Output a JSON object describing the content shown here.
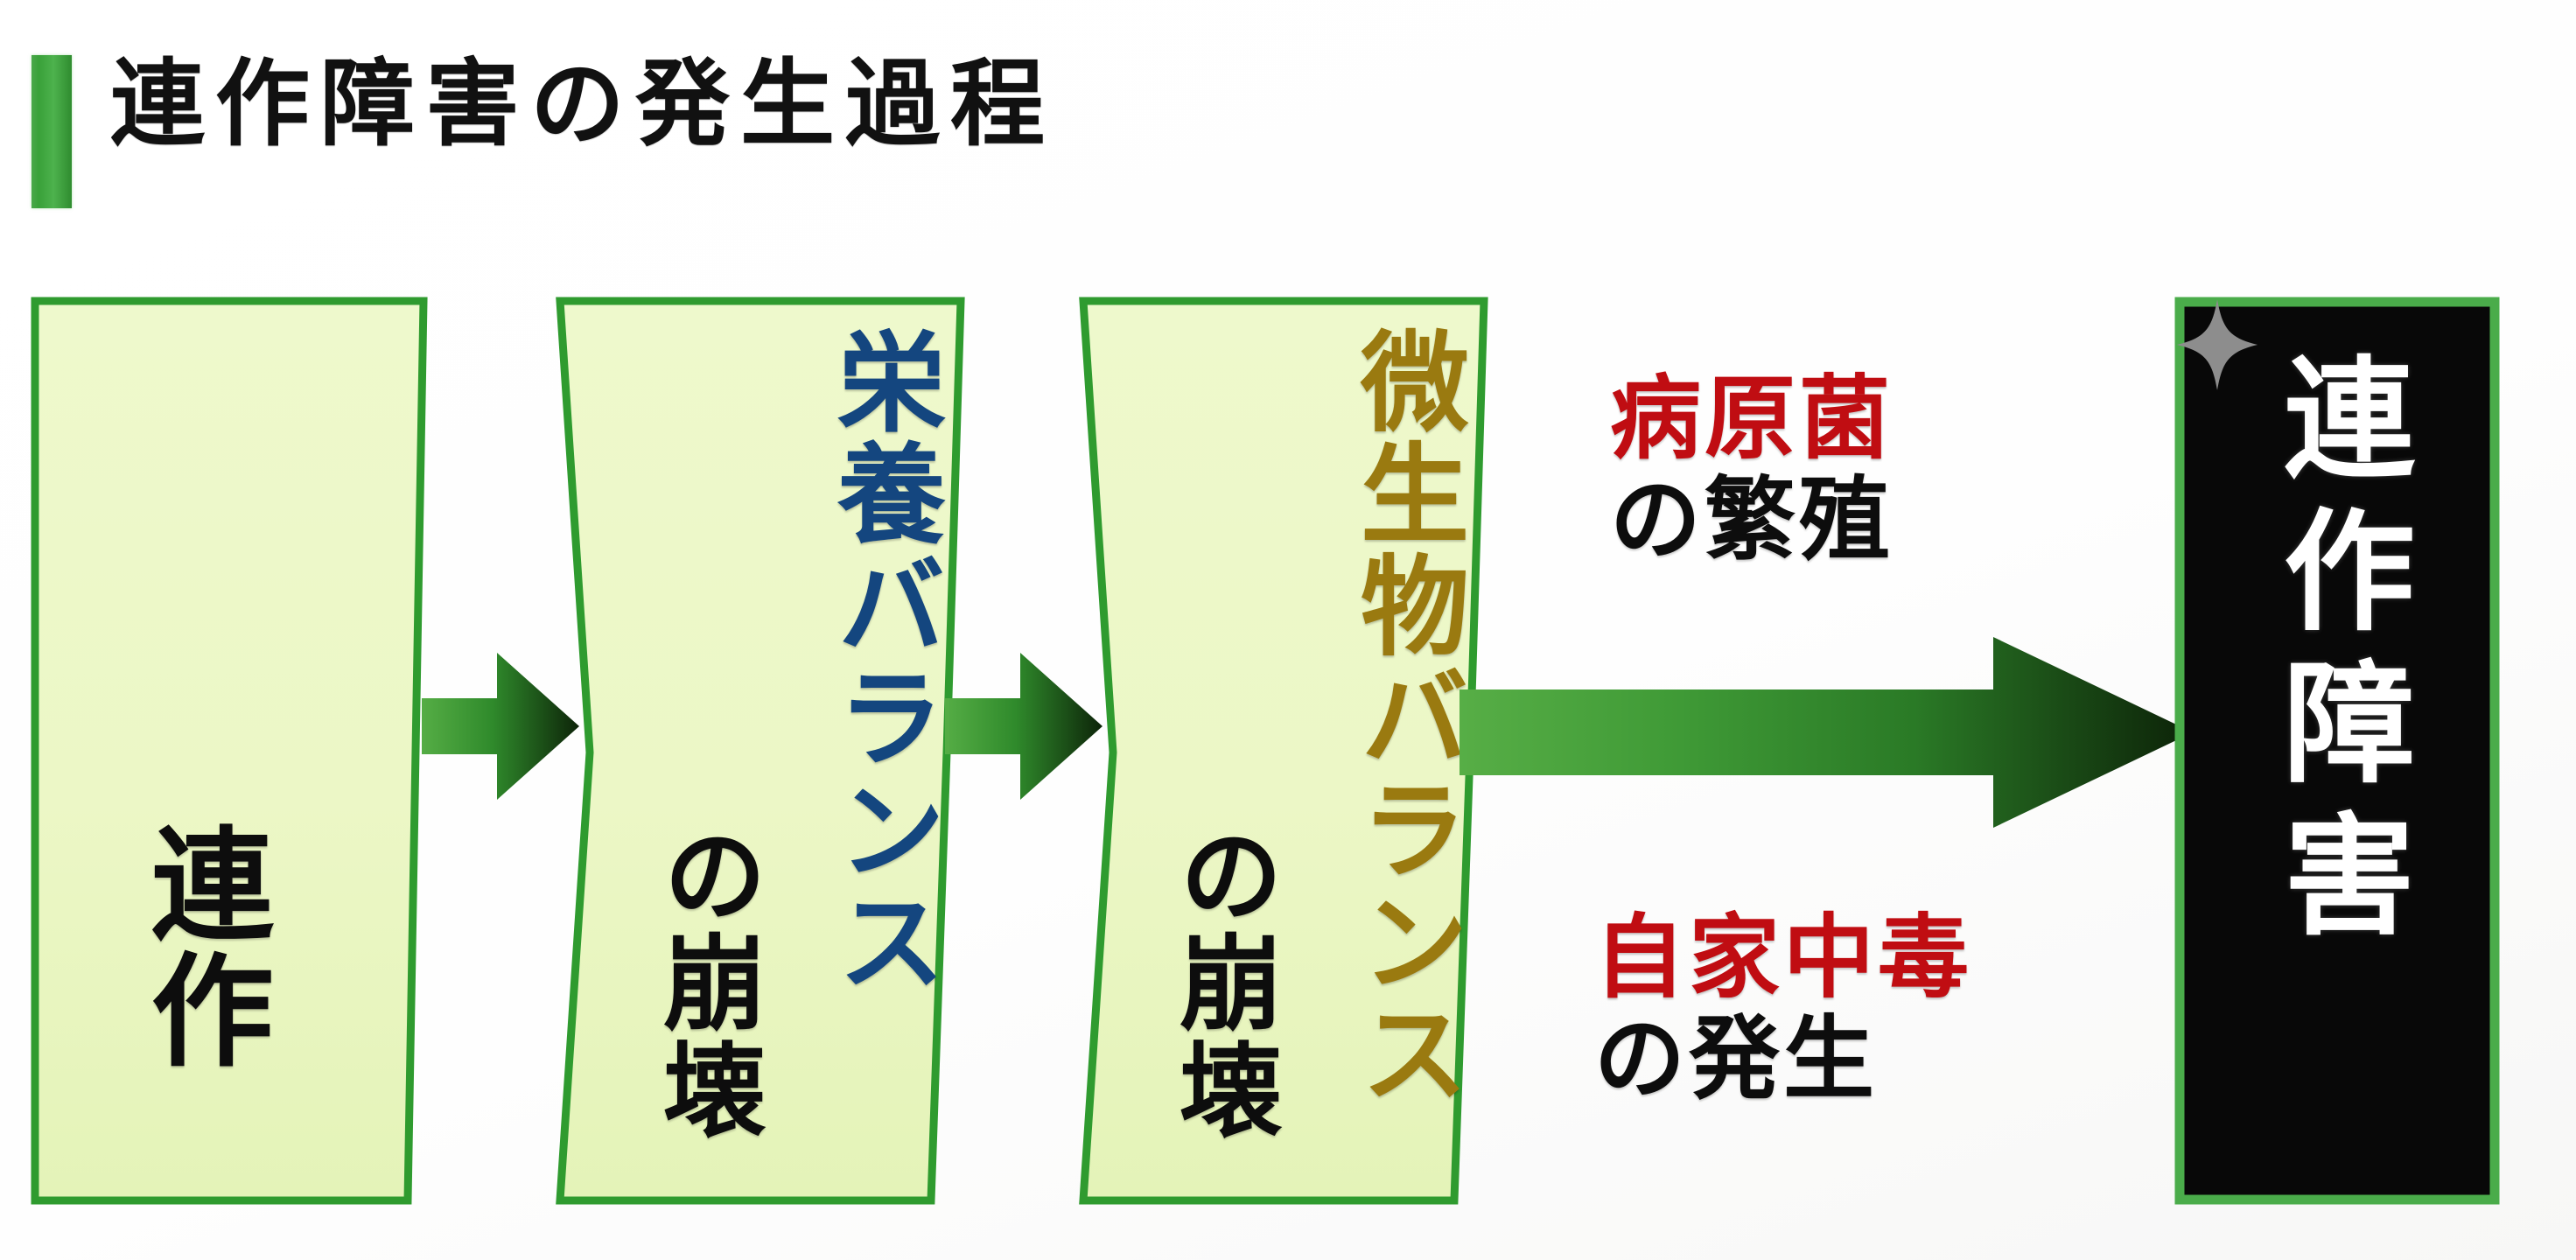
{
  "header": {
    "title": "連作障害の発生過程",
    "accent_color": "#3da53d"
  },
  "palette": {
    "box_fill_light": "#eef8cc",
    "box_border_green": "#2f9b2f",
    "arrow_green_light": "#4aa83f",
    "arrow_green_dark": "#10280d",
    "result_bg": "#080808",
    "result_border": "#4aac4a",
    "text_blue": "#14467f",
    "text_gold": "#9a7a10",
    "text_red": "#c00d12",
    "text_black": "#0d0d0d",
    "text_white": "#ffffff",
    "sparkle_gray": "#8d8d8d"
  },
  "flow": {
    "stages": [
      {
        "id": "renask",
        "shape": "tapered-rect",
        "label": "連作",
        "label_color": "#0d0d0d",
        "sub_label": "",
        "sub_label_color": ""
      },
      {
        "id": "nutrient-balance",
        "shape": "chevron",
        "label": "栄養バランス",
        "label_color": "#14467f",
        "sub_label": "の崩壊",
        "sub_label_color": "#0d0d0d"
      },
      {
        "id": "microbe-balance",
        "shape": "chevron",
        "label": "微生物バランス",
        "label_color": "#9a7a10",
        "sub_label": "の崩壊",
        "sub_label_color": "#0d0d0d"
      }
    ],
    "arrows": [
      {
        "id": "arrow-1",
        "icon": "right-arrow-icon",
        "style": "block-arrow-green-gradient"
      },
      {
        "id": "arrow-2",
        "icon": "right-arrow-icon",
        "style": "block-arrow-green-gradient"
      },
      {
        "id": "arrow-big",
        "icon": "long-right-arrow-icon",
        "style": "block-arrow-green-gradient"
      }
    ],
    "annotations": [
      {
        "id": "pathogen-proliferation",
        "emphasis": "病原菌",
        "emphasis_color": "#c00d12",
        "rest": "の繁殖",
        "rest_color": "#0d0d0d"
      },
      {
        "id": "autotoxicity-occurrence",
        "emphasis": "自家中毒",
        "emphasis_color": "#c00d12",
        "rest": "の発生",
        "rest_color": "#0d0d0d"
      }
    ],
    "result": {
      "id": "replant-failure",
      "label": "連作障害",
      "label_color": "#ffffff",
      "background": "#080808",
      "border_color": "#4aac4a",
      "decoration": "sparkle-icon"
    }
  }
}
